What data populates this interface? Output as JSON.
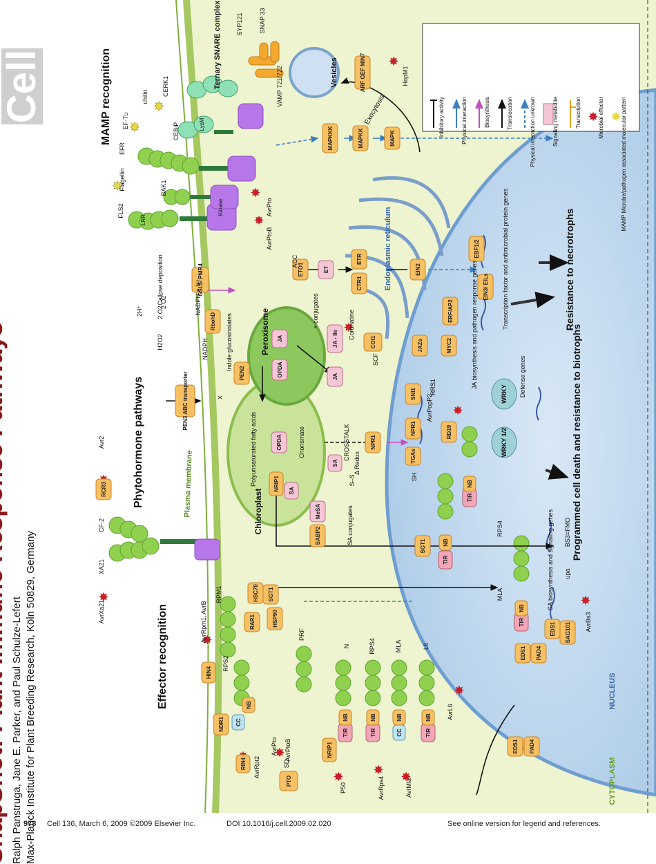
{
  "journal_logo": "Cell",
  "title": "SnapShot: Plant Immune Response Pathways",
  "authors": "Ralph Panstruga, Jane E. Parker, and Paul Schulze-Lefert",
  "affiliation": "Max-Planck Institute for Plant Breeding Research, Köln 50829, Germany",
  "footer": {
    "page": "978",
    "citation": "Cell 136, March 6, 2009 ©2009 Elsevier Inc.",
    "doi": "DOI 10.1016/j.cell.2009.02.020",
    "note": "See online version for legend and references."
  },
  "sections": {
    "effector": "Effector recognition",
    "phytohormone": "Phytohormone pathways",
    "mamp": "MAMP recognition",
    "plasma_membrane": "Plasma membrane",
    "cytoplasm": "CYTOPLASM",
    "nucleus": "NUCLEUS",
    "chloroplast": "Chloroplast",
    "peroxisome": "Peroxisome",
    "er": "Endoplasmic reticulum",
    "vesicles": "Vesicles",
    "exocytosis": "Exocytosis",
    "snare": "Ternary SNARE complex"
  },
  "outcomes": {
    "necrotrophs": "Resistance to necrotrophs",
    "biotrophs": "Programmed cell death and resistance to biotrophs"
  },
  "legend": [
    {
      "label": "Inhibitory activity",
      "color": "#111111",
      "kind": "inhib"
    },
    {
      "label": "Physical interaction",
      "color": "#3a7fc0",
      "kind": "arrow"
    },
    {
      "label": "Biosynthesis",
      "color": "#c050c0",
      "kind": "arrow"
    },
    {
      "label": "Translocation",
      "color": "#111111",
      "kind": "arrow"
    },
    {
      "label": "Physical interaction unkrown",
      "color": "#3a7fc0",
      "kind": "dash"
    },
    {
      "label": "Signaling metabolite",
      "color": "#f4c6d6",
      "kind": "box"
    },
    {
      "label": "Transcription",
      "color": "#e8a020",
      "kind": "trans"
    },
    {
      "label": "Microbial effector",
      "color": "#c8202a",
      "kind": "star"
    },
    {
      "label": "MAMP Microbe/pathogen associated molecular pattern",
      "color": "#e6d84a",
      "kind": "star"
    }
  ],
  "labels": {
    "fls2": "FLS2",
    "flagellin": "Flagellin",
    "efr": "EFR",
    "eftu": "EF-Tu",
    "chitin": "chitin",
    "cebip": "CEBiP",
    "cerk1": "CERK1",
    "bak1": "BAK1",
    "avrpto": "AvrPto",
    "avrptob": "AvrPtoB",
    "kinase": "Kinase",
    "lrr": "LRR",
    "lysm": "LysM",
    "mapkkk": "MAPKKK",
    "mapkk": "MAPKK",
    "mapk": "MAPK",
    "syp121": "SYP121",
    "snap33": "SNAP 33",
    "vamp": "VAMP 721/722",
    "argef": "ARF GEF MIN7",
    "hopm1": "HopM1",
    "callose": "Callose deposition",
    "gsl5": "GSL5/ PMR4",
    "h2o2": "H2O2",
    "o2": "2 O2",
    "o2m": "2 O2⁻",
    "twoH": "2H⁺",
    "rbohd": "RbohD",
    "nadph": "NADPH",
    "nadph2": "NADPH + H⁺",
    "indole": "Indole glucosinolates",
    "pen2": "PEN2",
    "pen3": "PEN3 ABC transporter",
    "x": "X",
    "opda": "OPDA",
    "ja": "JA",
    "jaile": "JA - Ile",
    "conj": "+ conjugates",
    "coronatine": "Coronatine",
    "scf": "SCF",
    "coi1": "COI1",
    "jazs": "JAZs",
    "myc2": "MYC2",
    "erf": "ERF/AP2",
    "ja_genes": "JA biosynthesis and pathogen response genes",
    "eto1": "ETO1",
    "acc": "ACC",
    "et": "ET",
    "etr": "ETR",
    "ctr1": "CTR1",
    "ein2": "EIN2",
    "ebf": "EBF1/2",
    "ein3": "EIN3/ EILs",
    "tf_genes": "Transcription factor and antimicrobial protein genes",
    "pufa": "Polyunsaturated fatty acids",
    "chorismate": "Chorismate",
    "sa": "SA",
    "nrip1": "NRIP1",
    "crosstalk": "CROSSTALK",
    "redox": "Δ Redox",
    "npr1": "NPR1",
    "mesa": "MeSA",
    "sabp2": "SABP2",
    "saconj": "SA conjugates",
    "ss": "S–S",
    "sh": "SH",
    "sni1": "SNI1",
    "tgas": "TGAs",
    "rd19": "RD19",
    "avrpop2": "AvrPopP2",
    "wrky": "WRKY",
    "rrs1": "RRS1",
    "wrky12": "WRKY 1/2",
    "defense": "Defense genes",
    "sa_genes": "SA biosynthesis and signaling genes",
    "bs3": "BS3=FMO",
    "upa": "upa",
    "avrbs3": "AvrBs3",
    "eds1": "EDS1",
    "pad4": "PAD4",
    "sag101": "SAG101",
    "xa21": "XA21",
    "avrxa21": "AvrXa21",
    "cf2": "CF-2",
    "rcr3": "RCR3",
    "avr2": "Avr2",
    "hsc70": "HSC70",
    "sgt1": "SGT1",
    "rar1": "RAR1",
    "hsp90": "HSP90",
    "rpm1": "RPM1",
    "avrrpm1": "AvrRpm1, AvrB",
    "rps2": "RPS2",
    "hin4": "HIN4",
    "rin4": "RIN4",
    "ndr1": "NDR1",
    "avrrpt2": "AvrRpt2",
    "prf": "PRF",
    "pto": "PTO",
    "n": "N",
    "rps4": "RPS4",
    "mla": "MLA",
    "l6": "L6",
    "p50": "P50",
    "avrrps4": "AvrRps4",
    "avrmla": "AvrMla",
    "avrl6": "AvrL6",
    "cc": "CC",
    "nb": "NB",
    "tir": "TIR",
    "sd": "SD"
  }
}
